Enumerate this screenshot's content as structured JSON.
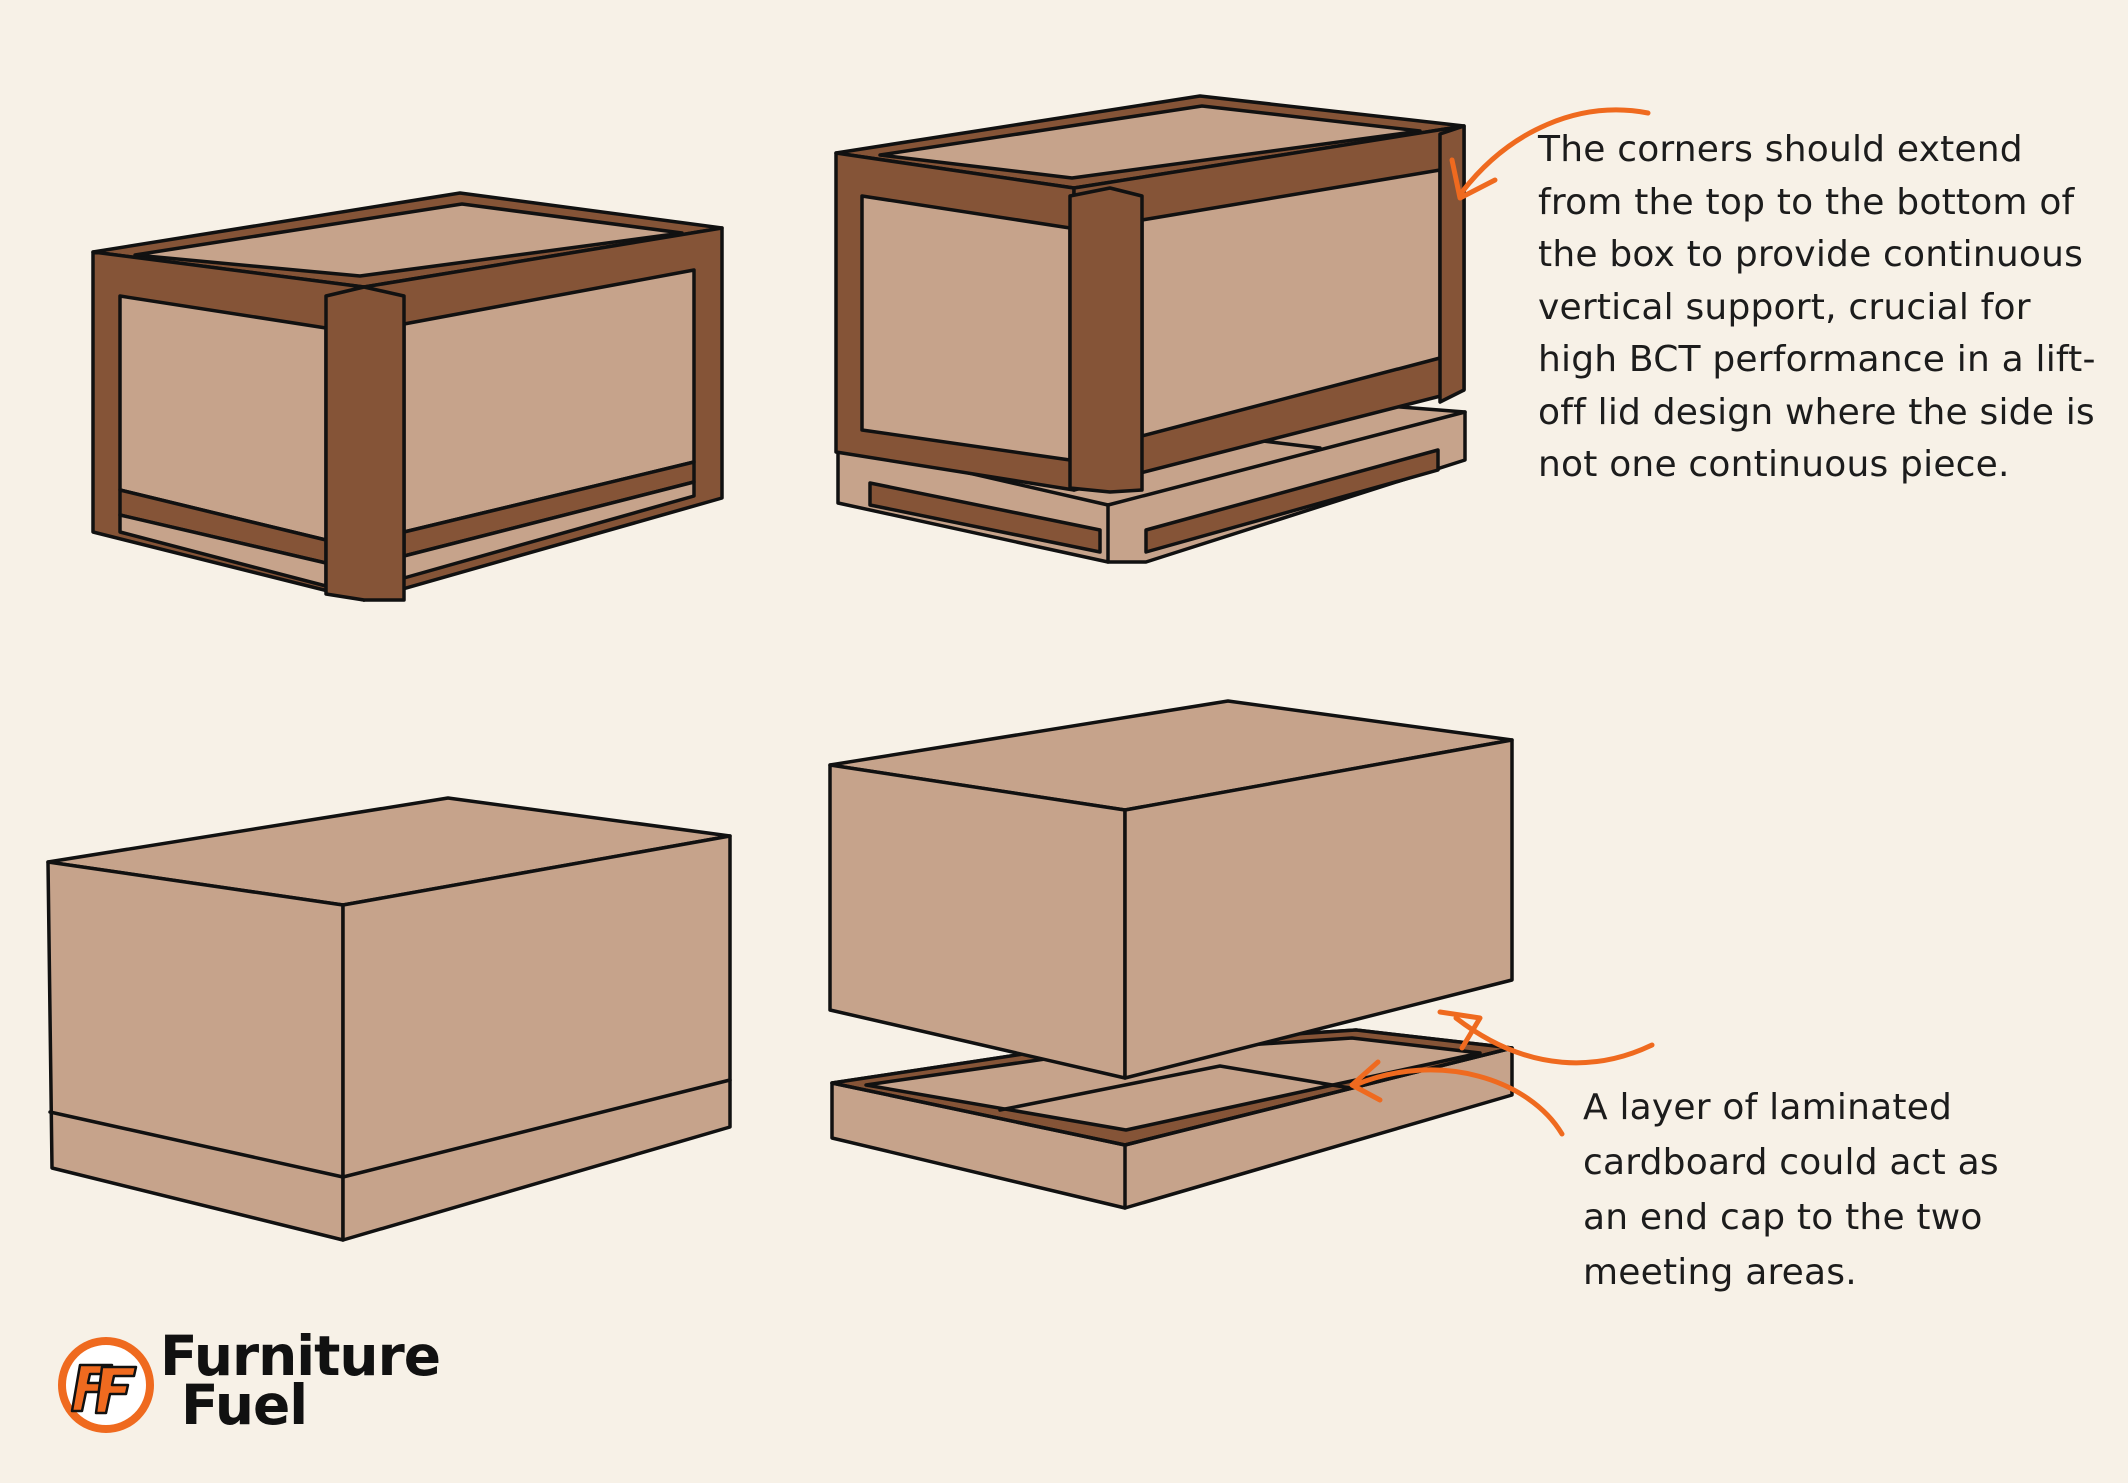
{
  "colors": {
    "background": "#f7f1e7",
    "cardboard": "#c6a38b",
    "wood_frame": "#855437",
    "outline": "#111111",
    "accent": "#ef6a1f"
  },
  "annotations": {
    "top": [
      "The corners should extend",
      "from the top to the bottom of",
      "the box to provide continuous",
      "vertical support, crucial for",
      "high BCT performance in a lift-",
      "off lid design where the side is",
      "not one continuous piece."
    ],
    "bottom": [
      "A layer of laminated",
      "cardboard could act as",
      "an end cap to the two",
      "meeting areas."
    ]
  },
  "brand": {
    "line1": "Furniture",
    "line2": "Fuel",
    "logo_icon": "ff-monogram-icon"
  }
}
